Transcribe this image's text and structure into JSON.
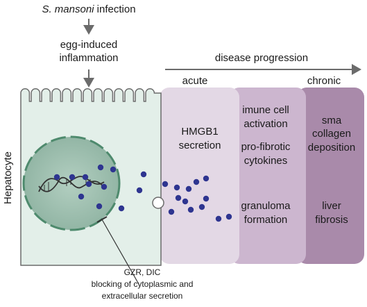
{
  "top": {
    "infection_italic": "S. mansoni",
    "infection_rest": " infection",
    "inflammation_line1": "egg-induced",
    "inflammation_line2": "inflammation"
  },
  "progression": {
    "label": "disease progression",
    "acute": "acute",
    "chronic": "chronic"
  },
  "cell": {
    "label": "Hepatocyte",
    "color": "#e3efe9",
    "nucleus_color": "#a3c2b3",
    "particle_color": "#2e3590"
  },
  "stages": {
    "acute": {
      "line1": "HMGB1",
      "line2": "secretion",
      "color": "#e3d8e5"
    },
    "middle": {
      "item1_line1": "imune cell",
      "item1_line2": "activation",
      "item2_line1": "pro-fibrotic",
      "item2_line2": "cytokines",
      "item3_line1": "granuloma",
      "item3_line2": "formation",
      "color": "#ccb6cf"
    },
    "chronic": {
      "item1_line1": "sma",
      "item1_line2": "collagen",
      "item1_line3": "deposition",
      "item2_line1": "liver",
      "item2_line2": "fibrosis",
      "color": "#a98aaa"
    }
  },
  "inhibitor": {
    "line1": "GZR, DIC",
    "line2": "blocking of cytoplasmic and",
    "line3": "extracellular secretion"
  }
}
